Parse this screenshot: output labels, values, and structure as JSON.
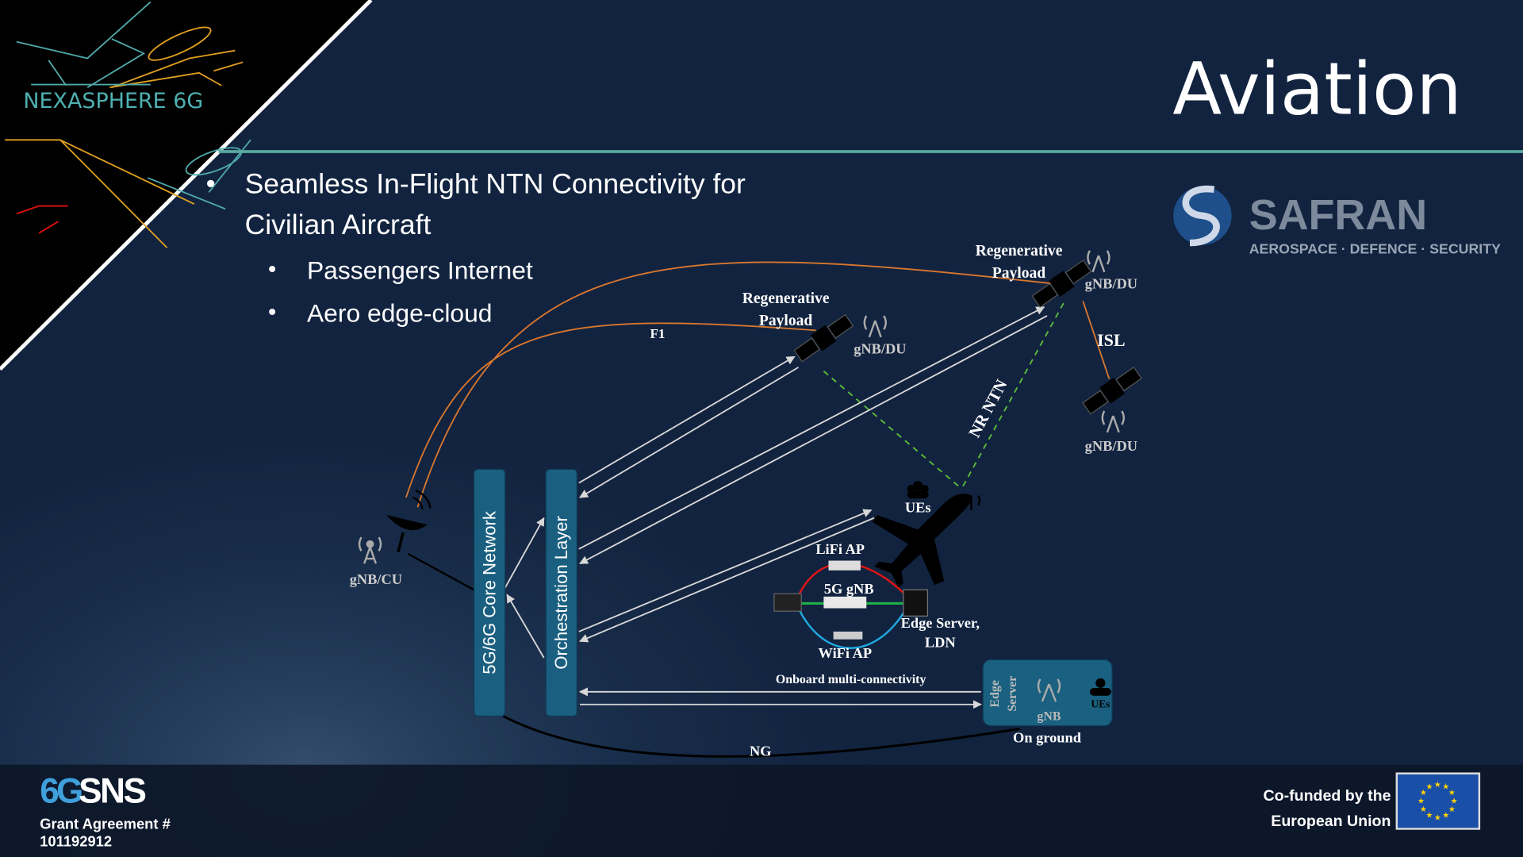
{
  "header": {
    "title": "Aviation",
    "project_logo": "NEXASPHERE 6G",
    "partner_logo": {
      "name": "SAFRAN",
      "tagline": "AEROSPACE · DEFENCE · SECURITY"
    }
  },
  "bullets": {
    "main": [
      "Seamless In-Flight NTN Connectivity for",
      "Civilian Aircraft"
    ],
    "sub": [
      "Passengers Internet",
      "Aero edge-cloud"
    ]
  },
  "diagram": {
    "core_network": "5G/6G Core Network",
    "orchestration": "Orchestration Layer",
    "gnb_cu": "gNB/CU",
    "sat1": {
      "title1": "Regenerative",
      "title2": "Payload",
      "label": "gNB/DU"
    },
    "sat2": {
      "title1": "Regenerative",
      "title2": "Payload",
      "label": "gNB/DU"
    },
    "sat3": {
      "label": "gNB/DU"
    },
    "f1": "F1",
    "isl": "ISL",
    "nr_ntn": "NR NTN",
    "ues": "UEs",
    "lifi": "LiFi AP",
    "gnb5g": "5G gNB",
    "wifi": "WiFi AP",
    "edge1": "Edge Server,",
    "edge2": "LDN",
    "onboard": "Onboard  multi-connectivity",
    "ground": {
      "edge1": "Edge",
      "edge2": "Server",
      "gnb": "gNB",
      "ues": "UEs",
      "label": "On ground"
    },
    "ng": "NG"
  },
  "footer": {
    "sns_a": "6G",
    "sns_b": "SNS",
    "grant1": "Grant Agreement #",
    "grant2": "101192912",
    "cofund1": "Co-funded by the",
    "cofund2": "European Union"
  },
  "colors": {
    "bg": "#12233f",
    "teal": "#5aa8a0",
    "box": "#1a5f80",
    "orange": "#d9772e",
    "green": "#5bbf3a"
  }
}
